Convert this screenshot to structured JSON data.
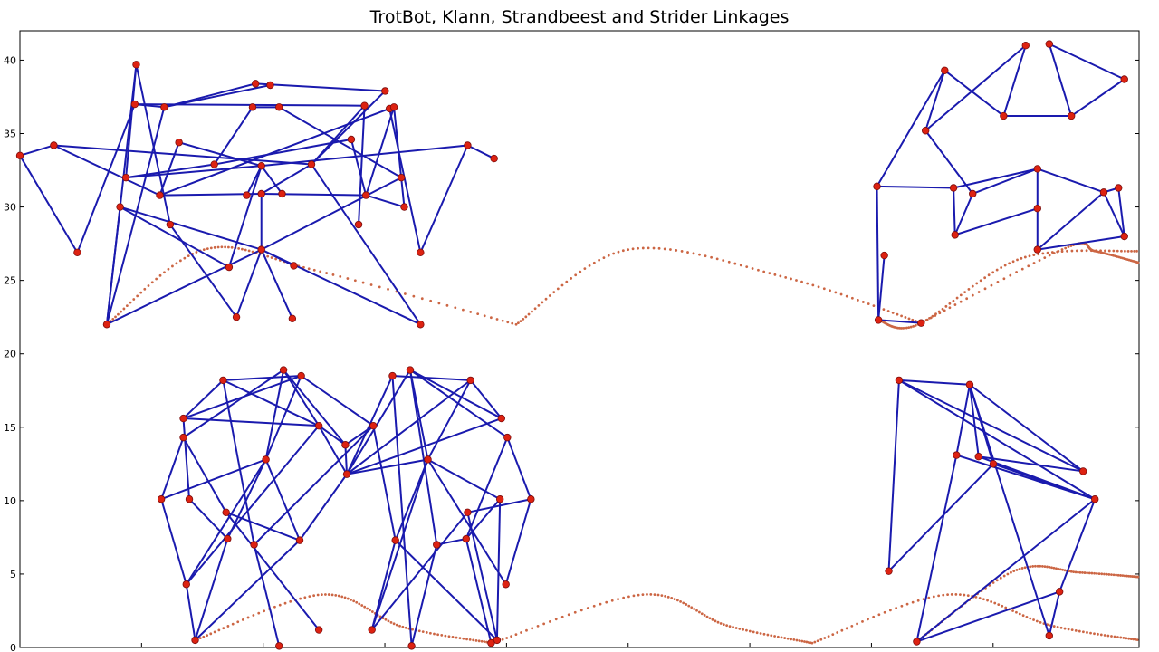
{
  "chart_data": {
    "type": "line",
    "title": "TrotBot, Klann, Strandbeest and Strider Linkages",
    "xlabel": "",
    "ylabel": "",
    "ylim": [
      0,
      42
    ],
    "xlim": [
      0,
      76
    ],
    "yticks": [
      0,
      5,
      10,
      15,
      20,
      25,
      30,
      35,
      40
    ],
    "grid": false,
    "colors": {
      "link": "#1a1aae",
      "joint": "#dd2211",
      "joint_edge": "#7a0c0c",
      "trace": "#cc6644"
    },
    "series": [
      {
        "joints": [
          [
            0,
            33.5
          ],
          [
            3.9,
            26.9
          ],
          [
            5.9,
            22.0
          ],
          [
            2.3,
            34.2
          ],
          [
            7.9,
            39.7
          ],
          [
            7.8,
            37.0
          ],
          [
            9.8,
            36.8
          ],
          [
            7.2,
            32.0
          ],
          [
            6.8,
            30.0
          ],
          [
            9.5,
            30.8
          ],
          [
            10.2,
            28.8
          ],
          [
            10.8,
            34.4
          ],
          [
            13.2,
            32.9
          ],
          [
            14.2,
            25.9
          ],
          [
            14.7,
            22.5
          ],
          [
            16.0,
            38.4
          ],
          [
            15.8,
            36.8
          ],
          [
            17.0,
            38.3
          ],
          [
            17.6,
            36.8
          ],
          [
            16.4,
            32.8
          ],
          [
            16.4,
            30.9
          ],
          [
            16.4,
            27.1
          ],
          [
            15.4,
            30.8
          ],
          [
            17.8,
            30.9
          ],
          [
            19.8,
            32.9
          ],
          [
            18.6,
            26.0
          ],
          [
            18.5,
            22.4
          ],
          [
            22.5,
            34.6
          ],
          [
            23.0,
            28.8
          ],
          [
            23.5,
            30.8
          ],
          [
            23.4,
            36.9
          ],
          [
            24.8,
            37.9
          ],
          [
            25.1,
            36.7
          ],
          [
            25.4,
            36.8
          ],
          [
            25.9,
            32.0
          ],
          [
            26.1,
            30.0
          ],
          [
            27.2,
            26.9
          ],
          [
            27.2,
            22.0
          ],
          [
            30.4,
            34.2
          ],
          [
            32.2,
            33.3
          ]
        ],
        "links": [
          [
            0,
            1
          ],
          [
            0,
            3
          ],
          [
            1,
            5
          ],
          [
            2,
            4
          ],
          [
            2,
            6
          ],
          [
            2,
            8
          ],
          [
            2,
            21
          ],
          [
            3,
            9
          ],
          [
            3,
            24
          ],
          [
            4,
            7
          ],
          [
            4,
            10
          ],
          [
            5,
            6
          ],
          [
            5,
            30
          ],
          [
            6,
            15
          ],
          [
            6,
            17
          ],
          [
            7,
            12
          ],
          [
            7,
            19
          ],
          [
            8,
            13
          ],
          [
            8,
            21
          ],
          [
            9,
            20
          ],
          [
            9,
            32
          ],
          [
            10,
            14
          ],
          [
            11,
            9
          ],
          [
            11,
            19
          ],
          [
            12,
            16
          ],
          [
            12,
            27
          ],
          [
            13,
            19
          ],
          [
            14,
            21
          ],
          [
            15,
            31
          ],
          [
            16,
            18
          ],
          [
            18,
            34
          ],
          [
            19,
            38
          ],
          [
            19,
            22
          ],
          [
            20,
            24
          ],
          [
            20,
            29
          ],
          [
            20,
            21
          ],
          [
            21,
            26
          ],
          [
            21,
            37
          ],
          [
            21,
            25
          ],
          [
            23,
            19
          ],
          [
            24,
            31
          ],
          [
            24,
            30
          ],
          [
            27,
            29
          ],
          [
            28,
            30
          ],
          [
            29,
            33
          ],
          [
            32,
            36
          ],
          [
            33,
            35
          ],
          [
            34,
            21
          ],
          [
            36,
            38
          ],
          [
            37,
            24
          ],
          [
            38,
            39
          ],
          [
            35,
            29
          ]
        ]
      },
      {
        "joints": [
          [
            58.3,
            22.3
          ],
          [
            58.2,
            31.4
          ],
          [
            58.7,
            26.7
          ],
          [
            62.8,
            39.3
          ],
          [
            61.5,
            35.2
          ],
          [
            63.4,
            31.3
          ],
          [
            63.5,
            28.1
          ],
          [
            64.7,
            30.9
          ],
          [
            68.3,
            41.0
          ],
          [
            66.8,
            36.2
          ],
          [
            69.1,
            32.6
          ],
          [
            69.1,
            29.9
          ],
          [
            69.1,
            27.1
          ],
          [
            69.9,
            41.1
          ],
          [
            71.4,
            36.2
          ],
          [
            73.6,
            31.0
          ],
          [
            74.6,
            31.3
          ],
          [
            75.0,
            28.0
          ],
          [
            75.0,
            38.7
          ],
          [
            61.2,
            22.1
          ]
        ],
        "links": [
          [
            0,
            1
          ],
          [
            1,
            3
          ],
          [
            1,
            5
          ],
          [
            3,
            4
          ],
          [
            4,
            8
          ],
          [
            4,
            7
          ],
          [
            5,
            10
          ],
          [
            6,
            5
          ],
          [
            6,
            7
          ],
          [
            6,
            11
          ],
          [
            7,
            10
          ],
          [
            8,
            9
          ],
          [
            9,
            14
          ],
          [
            9,
            3
          ],
          [
            10,
            11
          ],
          [
            10,
            15
          ],
          [
            11,
            12
          ],
          [
            12,
            15
          ],
          [
            13,
            14
          ],
          [
            13,
            18
          ],
          [
            14,
            18
          ],
          [
            15,
            16
          ],
          [
            16,
            17
          ],
          [
            12,
            17
          ],
          [
            2,
            0
          ],
          [
            19,
            0
          ],
          [
            15,
            17
          ]
        ]
      },
      {
        "joints": [
          [
            9.6,
            10.1
          ],
          [
            11.1,
            15.6
          ],
          [
            11.1,
            14.3
          ],
          [
            11.5,
            10.1
          ],
          [
            11.3,
            4.3
          ],
          [
            11.9,
            0.5
          ],
          [
            13.8,
            18.2
          ],
          [
            14.0,
            9.2
          ],
          [
            14.1,
            7.4
          ],
          [
            15.9,
            7.0
          ],
          [
            16.7,
            12.8
          ],
          [
            17.9,
            18.9
          ],
          [
            17.6,
            0.1
          ],
          [
            19.1,
            18.5
          ],
          [
            19.0,
            7.3
          ],
          [
            20.3,
            1.2
          ],
          [
            20.3,
            15.1
          ],
          [
            22.1,
            13.8
          ],
          [
            22.2,
            11.8
          ],
          [
            24.0,
            15.1
          ],
          [
            23.9,
            1.2
          ],
          [
            25.3,
            18.5
          ],
          [
            25.5,
            7.3
          ],
          [
            26.5,
            18.9
          ],
          [
            26.6,
            0.1
          ],
          [
            27.7,
            12.8
          ],
          [
            28.3,
            7.0
          ],
          [
            30.4,
            9.2
          ],
          [
            30.6,
            18.2
          ],
          [
            30.3,
            7.4
          ],
          [
            32.4,
            0.5
          ],
          [
            32.7,
            15.6
          ],
          [
            33.1,
            14.3
          ],
          [
            32.6,
            10.1
          ],
          [
            33.0,
            4.3
          ],
          [
            34.7,
            10.1
          ],
          [
            32.0,
            0.3
          ]
        ],
        "links": [
          [
            0,
            2
          ],
          [
            0,
            4
          ],
          [
            0,
            10
          ],
          [
            1,
            6
          ],
          [
            1,
            13
          ],
          [
            1,
            16
          ],
          [
            2,
            11
          ],
          [
            2,
            7
          ],
          [
            3,
            1
          ],
          [
            3,
            8
          ],
          [
            4,
            5
          ],
          [
            4,
            10
          ],
          [
            4,
            16
          ],
          [
            5,
            8
          ],
          [
            5,
            14
          ],
          [
            6,
            13
          ],
          [
            6,
            9
          ],
          [
            6,
            16
          ],
          [
            7,
            15
          ],
          [
            7,
            14
          ],
          [
            8,
            10
          ],
          [
            9,
            12
          ],
          [
            9,
            19
          ],
          [
            10,
            11
          ],
          [
            10,
            13
          ],
          [
            10,
            14
          ],
          [
            11,
            17
          ],
          [
            11,
            16
          ],
          [
            13,
            19
          ],
          [
            14,
            18
          ],
          [
            16,
            17
          ],
          [
            16,
            18
          ],
          [
            17,
            18
          ],
          [
            19,
            17
          ],
          [
            18,
            21
          ],
          [
            18,
            23
          ],
          [
            18,
            25
          ],
          [
            18,
            28
          ],
          [
            18,
            31
          ],
          [
            20,
            22
          ],
          [
            20,
            27
          ],
          [
            21,
            28
          ],
          [
            21,
            24
          ],
          [
            22,
            30
          ],
          [
            22,
            25
          ],
          [
            23,
            25
          ],
          [
            23,
            26
          ],
          [
            24,
            26
          ],
          [
            25,
            28
          ],
          [
            25,
            33
          ],
          [
            26,
            29
          ],
          [
            27,
            35
          ],
          [
            28,
            31
          ],
          [
            29,
            33
          ],
          [
            30,
            27
          ],
          [
            31,
            23
          ],
          [
            32,
            23
          ],
          [
            32,
            29
          ],
          [
            33,
            30
          ],
          [
            34,
            25
          ],
          [
            34,
            35
          ],
          [
            35,
            32
          ],
          [
            25,
            20
          ],
          [
            29,
            36
          ],
          [
            19,
            22
          ]
        ]
      },
      {
        "joints": [
          [
            59.7,
            18.2
          ],
          [
            59.0,
            5.2
          ],
          [
            64.5,
            17.9
          ],
          [
            63.6,
            13.1
          ],
          [
            65.1,
            13.0
          ],
          [
            66.1,
            12.5
          ],
          [
            72.2,
            12.0
          ],
          [
            73.0,
            10.1
          ],
          [
            70.6,
            3.8
          ],
          [
            69.9,
            0.8
          ],
          [
            60.9,
            0.4
          ]
        ],
        "links": [
          [
            0,
            1
          ],
          [
            0,
            2
          ],
          [
            0,
            6
          ],
          [
            2,
            3
          ],
          [
            2,
            4
          ],
          [
            2,
            6
          ],
          [
            2,
            9
          ],
          [
            3,
            10
          ],
          [
            4,
            6
          ],
          [
            4,
            7
          ],
          [
            5,
            7
          ],
          [
            1,
            5
          ],
          [
            3,
            7
          ],
          [
            9,
            8
          ],
          [
            8,
            7
          ],
          [
            10,
            7
          ],
          [
            10,
            8
          ],
          [
            2,
            5
          ],
          [
            0,
            7
          ]
        ]
      }
    ],
    "traces": [
      {
        "from": [
          5.9,
          22.0
        ],
        "peak": [
          12.5,
          27.1
        ],
        "to": [
          33.7,
          22.0
        ],
        "mid": [
          20.0,
          25.7
        ]
      },
      {
        "from": [
          33.7,
          22.0
        ],
        "peak": [
          41.3,
          27.1
        ],
        "to": [
          61.2,
          22.1
        ],
        "mid": [
          52.0,
          25.2
        ]
      },
      {
        "from": [
          61.2,
          22.1
        ],
        "peak": [
          71.0,
          27.2
        ],
        "to": [
          76.0,
          26.2
        ],
        "mid": [
          73.0,
          27.0
        ]
      },
      {
        "from": [
          58.3,
          22.3
        ],
        "peak": [
          61.0,
          22.0
        ],
        "to": [
          76.0,
          27.0
        ],
        "mid": [
          68.0,
          26.5
        ]
      },
      {
        "from": [
          11.9,
          0.5
        ],
        "peak": [
          20.5,
          3.6
        ],
        "to": [
          32.1,
          0.3
        ],
        "mid": [
          26.0,
          1.4
        ]
      },
      {
        "from": [
          32.1,
          0.3
        ],
        "peak": [
          42.3,
          3.6
        ],
        "to": [
          53.8,
          0.3
        ],
        "mid": [
          48.0,
          1.5
        ]
      },
      {
        "from": [
          53.8,
          0.3
        ],
        "peak": [
          63.0,
          3.6
        ],
        "to": [
          76.0,
          0.5
        ],
        "mid": [
          70.0,
          1.5
        ]
      },
      {
        "from": [
          60.9,
          0.4
        ],
        "peak": [
          67.5,
          5.2
        ],
        "to": [
          76.0,
          4.8
        ],
        "mid": [
          72.0,
          5.1
        ]
      }
    ]
  }
}
